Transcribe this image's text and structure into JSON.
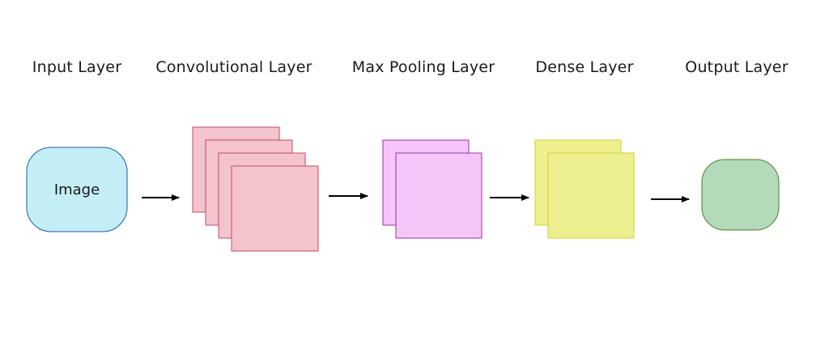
{
  "layers": [
    {
      "label": "Input Layer",
      "node_text": "Image",
      "color": "#c3eef6",
      "stroke": "#1c5aa6"
    },
    {
      "label": "Convolutional Layer",
      "feature_maps": 4,
      "color": "#f4c4cb",
      "stroke": "#c34a6e"
    },
    {
      "label": "Max Pooling Layer",
      "feature_maps": 2,
      "color": "#f5c6f7",
      "stroke": "#a22fb3"
    },
    {
      "label": "Dense Layer",
      "feature_maps": 2,
      "color": "#eeef90",
      "stroke": "#d6cf2c"
    },
    {
      "label": "Output Layer",
      "color": "#b3dbba",
      "stroke": "#4a7d1e"
    }
  ],
  "arrow_color": "#000000"
}
